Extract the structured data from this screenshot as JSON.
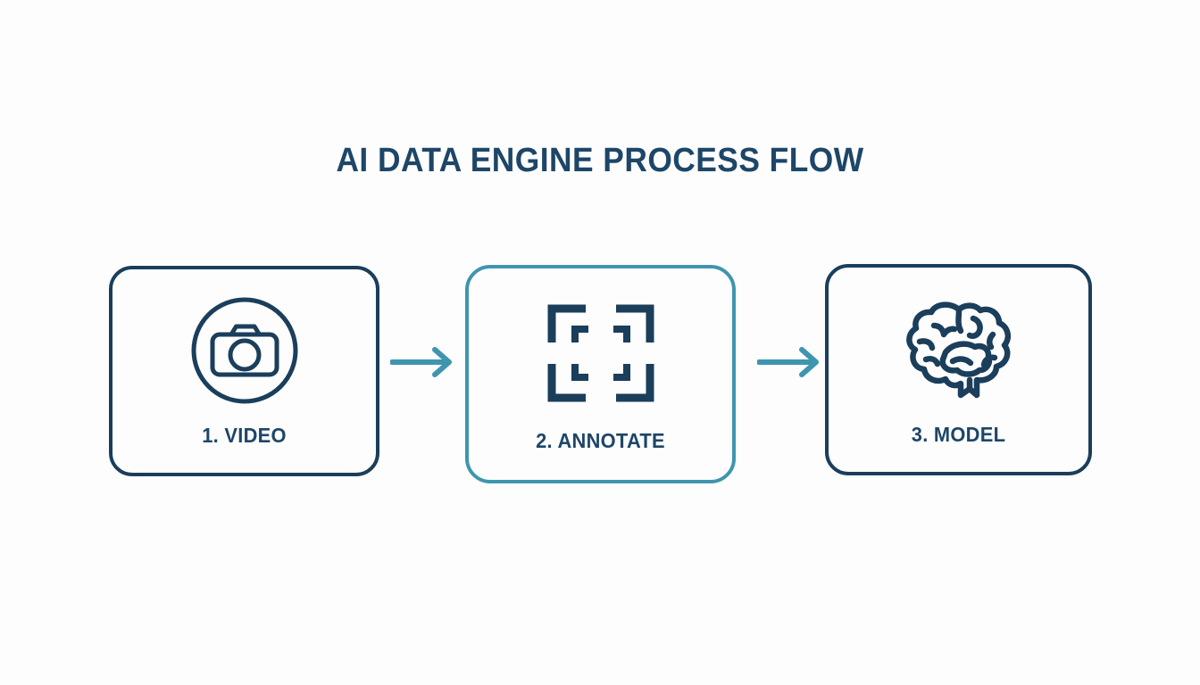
{
  "page": {
    "title": "AI DATA ENGINE PROCESS FLOW",
    "background_color": "#fdfdfe",
    "text_color": "#1d4668",
    "accent_color": "#3f95ae",
    "outline_color": "#1b3e5b"
  },
  "flow": {
    "steps": [
      {
        "number": "1.",
        "name": "VIDEO",
        "label": "1. VIDEO",
        "icon": "camera-in-circle-icon",
        "border_color": "#1b3e5b",
        "highlighted": "false"
      },
      {
        "number": "2.",
        "name": "ANNOTATE",
        "label": "2. ANNOTATE",
        "icon": "crop-corners-icon",
        "border_color": "#3f95ae",
        "highlighted": "true"
      },
      {
        "number": "3.",
        "name": "MODEL",
        "label": "3. MODEL",
        "icon": "brain-icon",
        "border_color": "#1b3e5b",
        "highlighted": "false"
      }
    ],
    "connectors": [
      {
        "icon": "arrow-right-icon",
        "from": "1. VIDEO",
        "to": "2. ANNOTATE",
        "color": "#3f95ae"
      },
      {
        "icon": "arrow-right-icon",
        "from": "2. ANNOTATE",
        "to": "3. MODEL",
        "color": "#3f95ae"
      }
    ]
  }
}
